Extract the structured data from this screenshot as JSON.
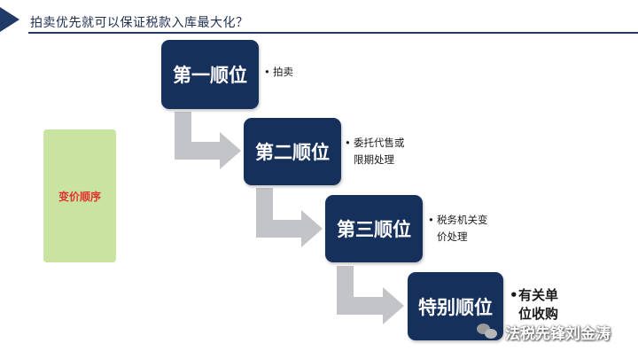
{
  "header": {
    "title": "拍卖优先就可以保证税款入库最大化？"
  },
  "side": {
    "label": "变价顺序"
  },
  "steps": [
    {
      "title": "第一顺位",
      "note_lines": [
        "拍卖"
      ]
    },
    {
      "title": "第二顺位",
      "note_lines": [
        "委托代售或",
        "限期处理"
      ]
    },
    {
      "title": "第三顺位",
      "note_lines": [
        "税务机关变",
        "价处理"
      ]
    },
    {
      "title": "特别顺位",
      "note_lines": [
        "有关单",
        "位收购"
      ]
    }
  ],
  "watermark": {
    "text": "法税先锋刘金涛"
  },
  "colors": {
    "box": "#16305c",
    "arrow": "#c3c4c7",
    "side_bg": "#c8e4a0",
    "side_text": "#e3302c"
  }
}
